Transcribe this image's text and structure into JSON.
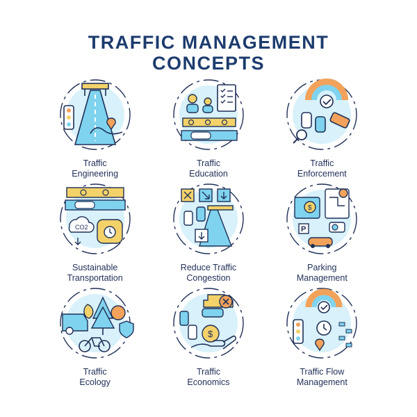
{
  "title": {
    "line1": "TRAFFIC MANAGEMENT",
    "line2": "CONCEPTS"
  },
  "colors": {
    "outline": "#1f2f57",
    "blue": "#7fd3ee",
    "yellow": "#f4d26a",
    "orange": "#f2a25a"
  },
  "items": [
    {
      "line1": "Traffic",
      "line2": "Engineering"
    },
    {
      "line1": "Traffic",
      "line2": "Education"
    },
    {
      "line1": "Traffic",
      "line2": "Enforcement"
    },
    {
      "line1": "Sustainable",
      "line2": "Transportation"
    },
    {
      "line1": "Reduce Traffic",
      "line2": "Congestion"
    },
    {
      "line1": "Parking",
      "line2": "Management"
    },
    {
      "line1": "Traffic",
      "line2": "Ecology"
    },
    {
      "line1": "Traffic",
      "line2": "Economics"
    },
    {
      "line1": "Traffic Flow",
      "line2": "Management"
    }
  ]
}
